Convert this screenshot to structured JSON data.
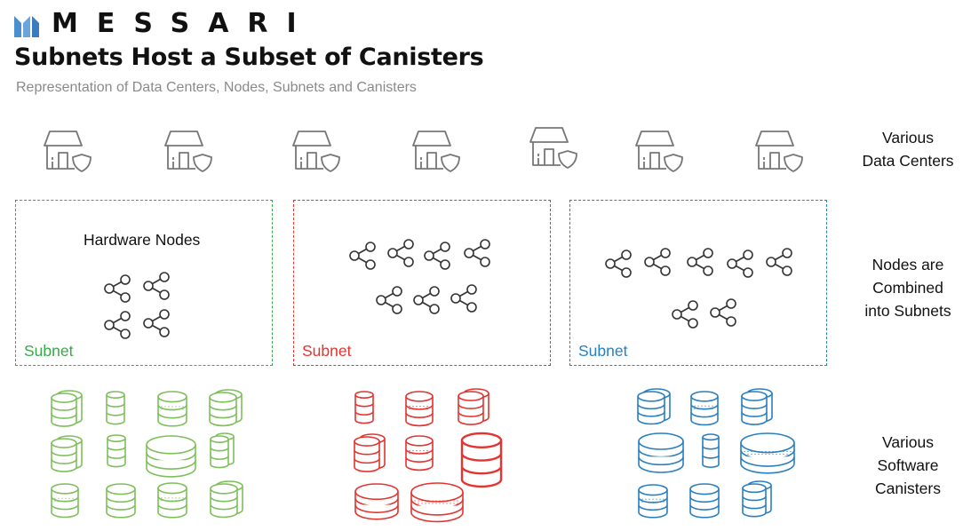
{
  "brand": {
    "name": "MESSARI"
  },
  "header": {
    "title": "Subnets Host a Subset of Canisters",
    "subtitle": "Representation of Data Centers, Nodes, Subnets and Canisters"
  },
  "side_labels": {
    "data_centers": [
      "Various",
      "Data Centers"
    ],
    "nodes": [
      "Nodes are",
      "Combined",
      "into Subnets"
    ],
    "canisters": [
      "Various",
      "Software",
      "Canisters"
    ]
  },
  "hardware_nodes_label": "Hardware Nodes",
  "subnets": [
    {
      "label": "Subnet",
      "color": "#3aa84a",
      "node_count": 4
    },
    {
      "label": "Subnet",
      "color": "#e3342f",
      "node_count": 7
    },
    {
      "label": "Subnet",
      "color": "#2a7fc1",
      "node_count": 7
    }
  ],
  "canister_colors": {
    "green": "#7dbf5a",
    "red": "#e3342f",
    "blue": "#2a7fc1"
  },
  "data_center_count": 7,
  "icons": {
    "data_center": "data-center-icon",
    "node": "node-share-icon",
    "canister": "database-icon",
    "logo": "messari-logo-icon"
  }
}
